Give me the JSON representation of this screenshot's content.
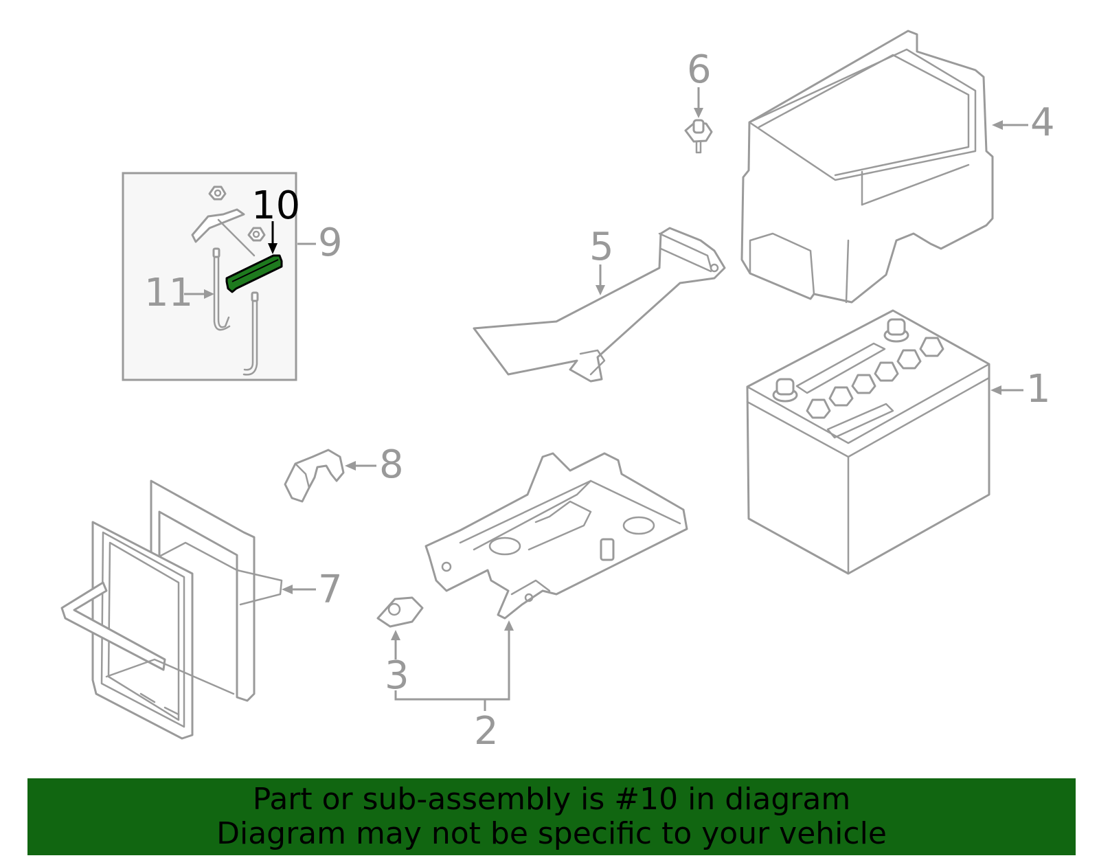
{
  "diagram": {
    "highlight_color": "#1e7a1e",
    "highlighted_part": "10",
    "callouts": [
      "1",
      "2",
      "3",
      "4",
      "5",
      "6",
      "7",
      "8",
      "9",
      "10",
      "11"
    ]
  },
  "banner": {
    "background": "#116611",
    "line1": "Part or sub-assembly is #10 in diagram",
    "line2": "Diagram may not be specific to your vehicle"
  }
}
